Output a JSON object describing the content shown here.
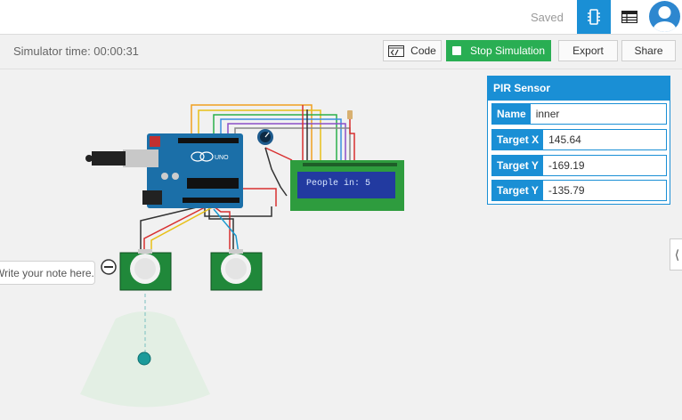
{
  "header": {
    "saved_label": "Saved",
    "circuit_view_icon": "breadboard-icon",
    "list_view_icon": "component-list-icon",
    "avatar_icon": "user-avatar-icon",
    "accent": "#1a8fd5"
  },
  "toolbar": {
    "sim_time": "Simulator time: 00:00:31",
    "code_label": "Code",
    "stop_label": "Stop Simulation",
    "export_label": "Export",
    "share_label": "Share",
    "stop_color": "#29ae53"
  },
  "inspector": {
    "title": "PIR Sensor",
    "rows": [
      {
        "label": "Name",
        "value": "inner"
      },
      {
        "label": "Target X",
        "value": "145.64"
      },
      {
        "label": "Target Y",
        "value": "-169.19"
      },
      {
        "label": "Target Y",
        "value": "-135.79"
      }
    ]
  },
  "canvas": {
    "lcd_text": "People in: 5",
    "note_placeholder": "Write your note here.",
    "arduino_label": "UNO"
  }
}
